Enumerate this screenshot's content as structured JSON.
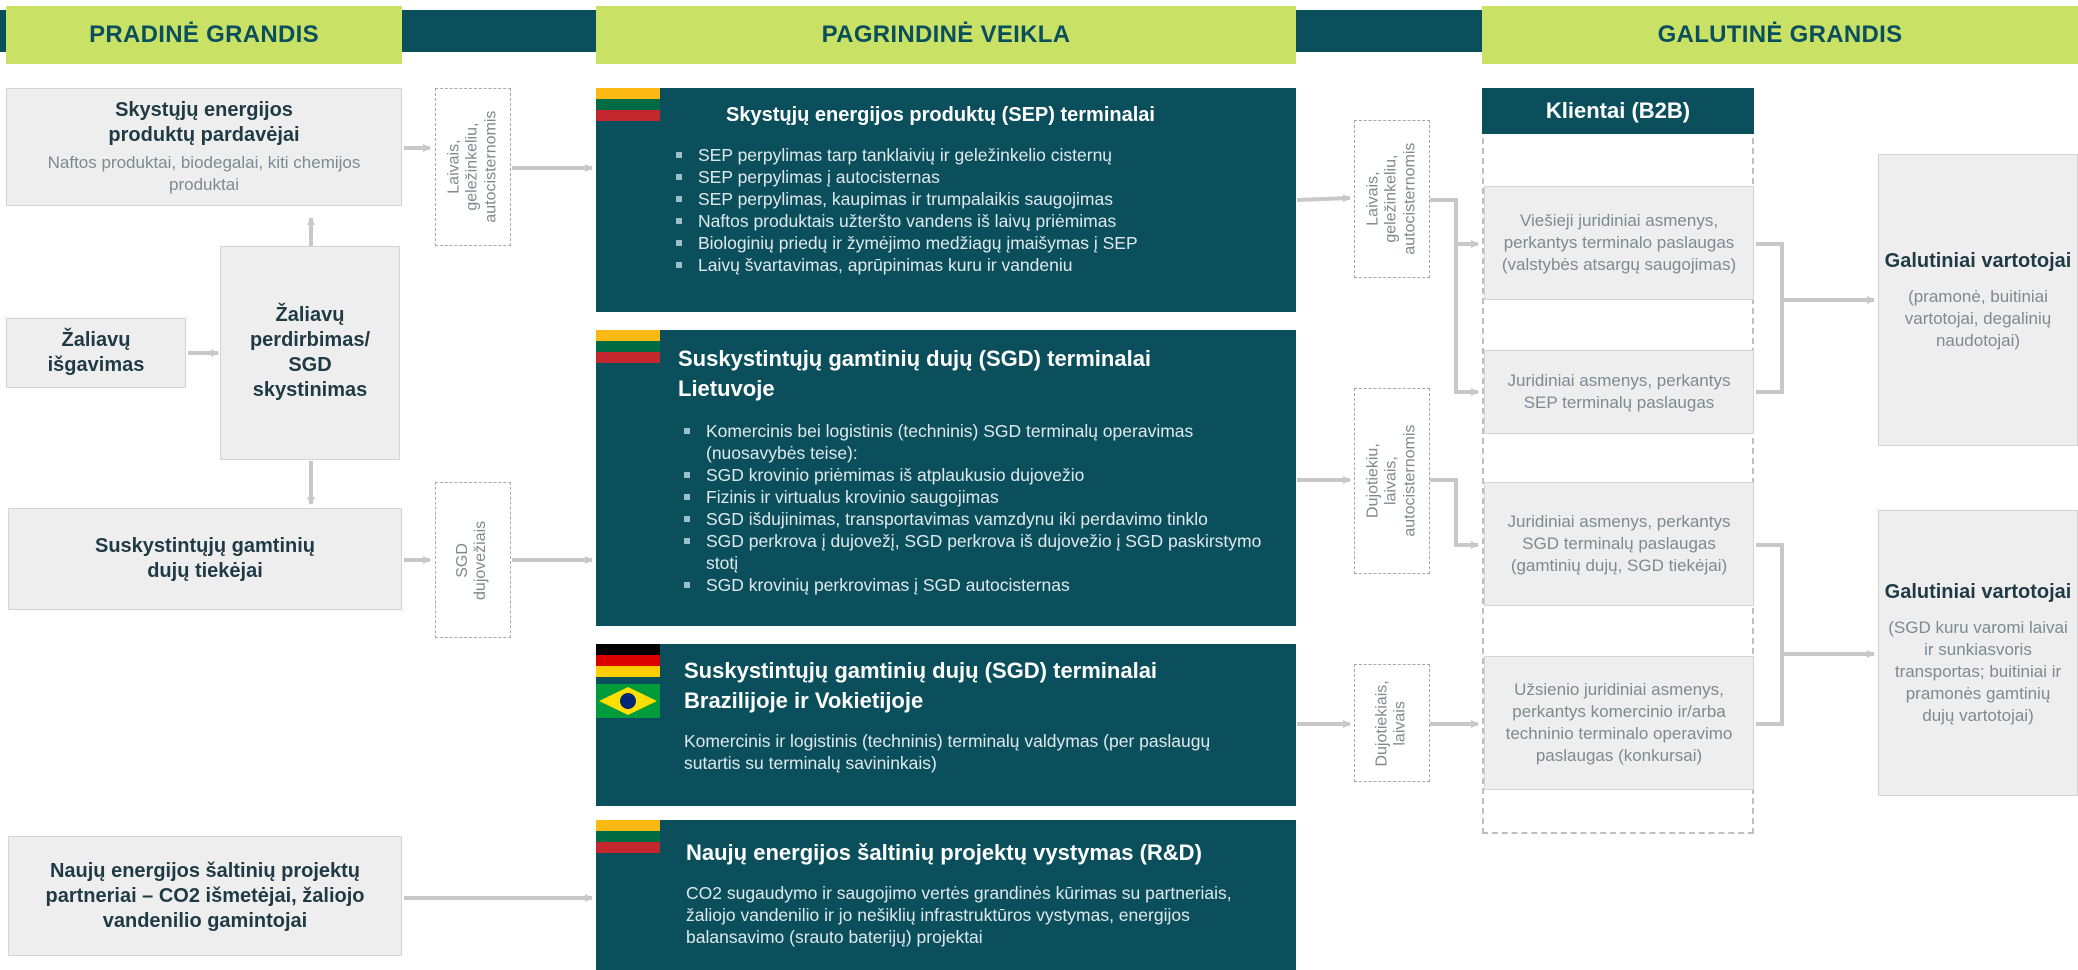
{
  "headers": {
    "left": "PRADINĖ GRANDIS",
    "center": "PAGRINDINĖ VEIKLA",
    "right": "GALUTINĖ GRANDIS"
  },
  "left": {
    "sellers_title": "Skystųjų energijos produktų pardavėjai",
    "sellers_sub": "Naftos produktai, biodegalai, kiti chemijos produktai",
    "extraction": "Žaliavų išgavimas",
    "processing": "Žaliavų perdirbimas/ SGD skystinimas",
    "lng_suppliers": "Suskystintųjų gamtinių dujų tiekėjai",
    "partners": "Naujų energijos šaltinių projektų partneriai – CO2 išmetėjai, žaliojo vandenilio gamintojai"
  },
  "transport": {
    "t1": "Laivais,\ngeležinkeliu,\nautocisternomis",
    "t2": "SGD\ndujovežiais",
    "t3": "Laivais,\ngeležinkeliu,\nautocisternomis",
    "t4": "Dujotiekiu, laivais,\nautocisternomis",
    "t5": "Dujotiekiais,\nlaivais"
  },
  "activities": {
    "sep": {
      "title": "Skystųjų energijos produktų (SEP) terminalai",
      "items": [
        "SEP perpylimas tarp tanklaivių ir geležinkelio cisternų",
        "SEP perpylimas į autocisternas",
        "SEP perpylimas, kaupimas ir trumpalaikis saugojimas",
        "Naftos produktais užteršto vandens iš laivų priėmimas",
        "Biologinių priedų ir žymėjimo medžiagų įmaišymas į SEP",
        "Laivų švartavimas, aprūpinimas kuru ir vandeniu"
      ]
    },
    "lng_lt": {
      "title": "Suskystintųjų gamtinių dujų (SGD) terminalai Lietuvoje",
      "items": [
        "Komercinis bei logistinis (techninis) SGD terminalų operavimas (nuosavybės teise):",
        "SGD krovinio priėmimas iš atplaukusio dujovežio",
        "Fizinis ir virtualus krovinio saugojimas",
        "SGD išdujinimas, transportavimas vamzdynu iki perdavimo tinklo",
        "SGD perkrova į dujovežį, SGD perkrova iš dujovežio į SGD paskirstymo stotį",
        "SGD krovinių perkrovimas į SGD autocisternas"
      ]
    },
    "lng_br_de": {
      "title": "Suskystintųjų gamtinių dujų (SGD) terminalai Brazilijoje ir Vokietijoje",
      "body": "Komercinis ir logistinis (techninis) terminalų valdymas (per paslaugų sutartis su terminalų savininkais)"
    },
    "rnd": {
      "title": "Naujų energijos šaltinių projektų vystymas (R&D)",
      "body": "CO2 sugaudymo ir saugojimo vertės grandinės kūrimas su partneriais, žaliojo vandenilio ir jo nešiklių infrastruktūros vystymas, energijos balansavimo (srauto baterijų) projektai"
    }
  },
  "clients": {
    "header": "Klientai (B2B)",
    "c1": "Viešieji juridiniai asmenys, perkantys terminalo paslaugas (valstybės atsargų saugojimas)",
    "c2": "Juridiniai asmenys, perkantys SEP terminalų paslaugas",
    "c3": "Juridiniai asmenys, perkantys SGD terminalų paslaugas (gamtinių dujų, SGD tiekėjai)",
    "c4": "Užsienio juridiniai asmenys, perkantys komercinio ir/arba techninio terminalo operavimo paslaugas (konkursai)"
  },
  "final": {
    "f1_title": "Galutiniai vartotojai",
    "f1_sub": "(pramonė, buitiniai vartotojai, degalinių naudotojai)",
    "f2_title": "Galutiniai vartotojai",
    "f2_sub": "(SGD kuru varomi laivai ir sunkiasvoris transportas; buitiniai ir pramonės gamtinių dujų vartotojai)"
  },
  "colors": {
    "teal": "#0b4f5c",
    "lime": "#c9e265",
    "box_gray": "#eeeeee",
    "connector": "#c8c8c8"
  },
  "flags": [
    "lithuania-flag",
    "germany-flag",
    "brazil-flag"
  ]
}
